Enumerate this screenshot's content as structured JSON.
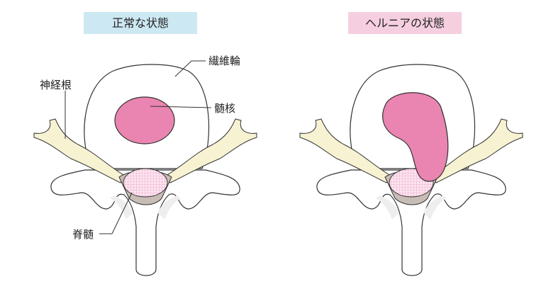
{
  "panels": [
    {
      "title": "正常な状態",
      "title_color": "#cce8f3"
    },
    {
      "title": "ヘルニアの状態",
      "title_color": "#f5cfe0"
    }
  ],
  "labels": {
    "annulus": "繊維輪",
    "nerve_root": "神経根",
    "nucleus": "髄核",
    "spinal_cord": "脊髄"
  },
  "colors": {
    "nucleus": "#ea84b0",
    "nerve": "#f7f2d2",
    "canal": "#c8bdb6",
    "cord": "#f7d6e6",
    "outline": "#333333"
  }
}
